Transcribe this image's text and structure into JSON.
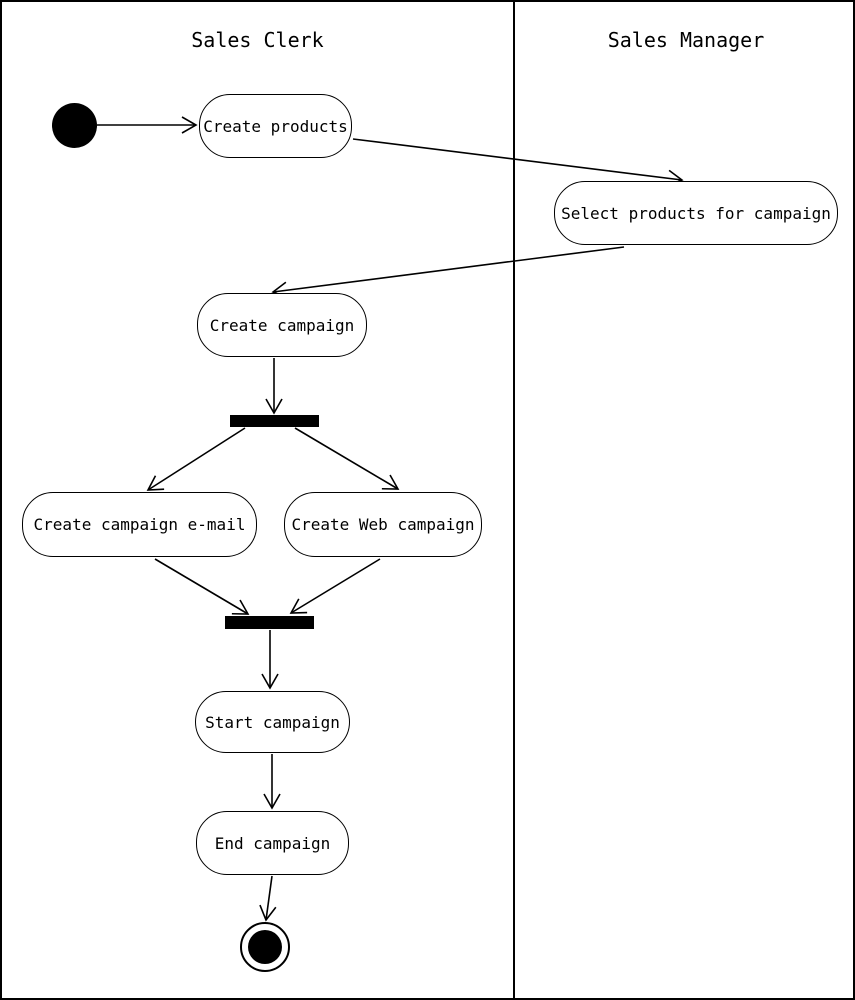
{
  "diagram": {
    "kind": "uml-activity-diagram-with-swimlanes",
    "lanes": [
      {
        "label": "Sales Clerk"
      },
      {
        "label": "Sales Manager"
      }
    ],
    "nodes": {
      "initial": {
        "type": "initial-node",
        "lane": "Sales Clerk"
      },
      "create_products": {
        "label": "Create products",
        "lane": "Sales Clerk"
      },
      "select_products": {
        "label": "Select products for campaign",
        "lane": "Sales Manager"
      },
      "create_campaign": {
        "label": "Create campaign",
        "lane": "Sales Clerk"
      },
      "fork": {
        "type": "fork-bar",
        "lane": "Sales Clerk"
      },
      "create_campaign_email": {
        "label": "Create campaign e-mail",
        "lane": "Sales Clerk"
      },
      "create_web_campaign": {
        "label": "Create Web campaign",
        "lane": "Sales Clerk"
      },
      "join": {
        "type": "join-bar",
        "lane": "Sales Clerk"
      },
      "start_campaign": {
        "label": "Start campaign",
        "lane": "Sales Clerk"
      },
      "end_campaign": {
        "label": "End campaign",
        "lane": "Sales Clerk"
      },
      "final": {
        "type": "final-node",
        "lane": "Sales Clerk"
      }
    },
    "edges": [
      {
        "from": "initial",
        "to": "create_products"
      },
      {
        "from": "create_products",
        "to": "select_products"
      },
      {
        "from": "select_products",
        "to": "create_campaign"
      },
      {
        "from": "create_campaign",
        "to": "fork"
      },
      {
        "from": "fork",
        "to": "create_campaign_email"
      },
      {
        "from": "fork",
        "to": "create_web_campaign"
      },
      {
        "from": "create_campaign_email",
        "to": "join"
      },
      {
        "from": "create_web_campaign",
        "to": "join"
      },
      {
        "from": "join",
        "to": "start_campaign"
      },
      {
        "from": "start_campaign",
        "to": "end_campaign"
      },
      {
        "from": "end_campaign",
        "to": "final"
      }
    ],
    "colors": {
      "stroke": "#000000",
      "fill": "#ffffff",
      "bar": "#000000",
      "background": "#ffffff"
    }
  }
}
